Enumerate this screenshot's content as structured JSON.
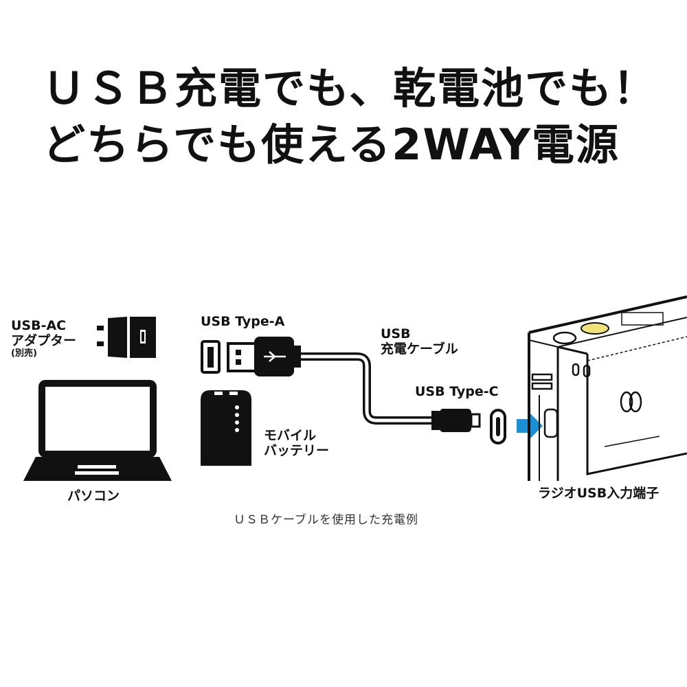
{
  "headline": {
    "line1": "ＵＳＢ充電でも、乾電池でも！",
    "line2": "どちらでも使える2WAY電源"
  },
  "labels": {
    "usb_ac_line1": "USB-AC",
    "usb_ac_line2": "アダプター",
    "usb_ac_note": "(別売)",
    "pc": "パソコン",
    "usb_type_a": "USB Type-A",
    "cable_line1": "USB",
    "cable_line2": "充電ケーブル",
    "usb_type_c": "USB Type-C",
    "battery_line1": "モバイル",
    "battery_line2": "バッテリー",
    "radio_port": "ラジオUSB入力端子"
  },
  "caption": "ＵＳＢケーブルを使用した充電例",
  "colors": {
    "arrow": "#1a8fd6",
    "button": "#f2e27a"
  }
}
